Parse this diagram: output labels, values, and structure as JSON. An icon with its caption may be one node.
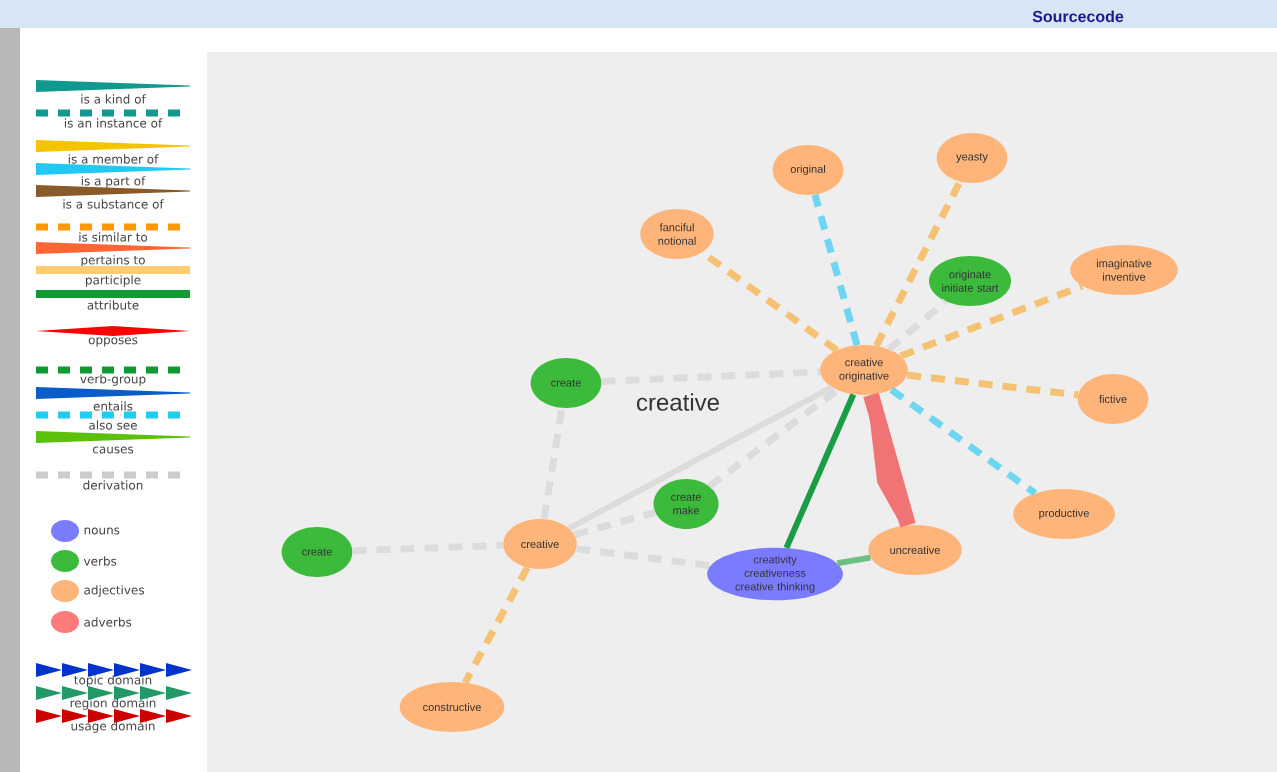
{
  "diagram": {
    "nodes": [
      {
        "text": [
          "creative originative"
        ]
      },
      {
        "text": [
          "original"
        ]
      },
      {
        "text": [
          "yeasty"
        ]
      },
      {
        "text": [
          "fanciful notional"
        ]
      },
      {
        "text": [
          "originate initiate start"
        ]
      },
      {
        "text": [
          "imaginative inventive"
        ]
      },
      {
        "text": [
          "create"
        ]
      },
      {
        "text": [
          "fictive"
        ]
      },
      {
        "text": [
          "create make"
        ]
      },
      {
        "text": [
          "productive"
        ]
      },
      {
        "text": [
          "create"
        ]
      },
      {
        "text": [
          "creative"
        ]
      },
      {
        "text": [
          "creativity creativeness creative thinking"
        ]
      },
      {
        "text": [
          "uncreative"
        ]
      },
      {
        "text": [
          "constructive"
        ]
      }
    ],
    "edges": [
      {
        "from": 0,
        "to": 1,
        "arrow": "none",
        "style": "dashed",
        "color": "#6fd6f2"
      },
      {
        "from": 0,
        "to": 2,
        "arrow": "none",
        "style": "dashed",
        "color": "#f5c273"
      },
      {
        "from": 0,
        "to": 3,
        "arrow": "none",
        "style": "dashed",
        "color": "#f5c273"
      },
      {
        "from": 0,
        "to": 4,
        "arrow": "none",
        "style": "dashed"
      },
      {
        "from": 0,
        "to": 5,
        "arrow": "none",
        "style": "dashed",
        "color": "#f5c273"
      },
      {
        "from": 6,
        "to": 0,
        "arrow": "none",
        "style": "dashed"
      },
      {
        "from": 0,
        "to": 7,
        "arrow": "none",
        "style": "dashed",
        "color": "#f5c273"
      },
      {
        "from": 0,
        "to": 9,
        "arrow": "none",
        "style": "dashed",
        "color": "#6fd6f2"
      },
      {
        "from": 0,
        "to": 12,
        "arrow": "none",
        "color": "#1a9e45"
      },
      {
        "from": 0,
        "to": 13,
        "arrow": "none",
        "style": "thick",
        "color": "#f07474"
      },
      {
        "from": 11,
        "to": 0,
        "arrow": "none"
      },
      {
        "from": 8,
        "to": 0,
        "arrow": "none",
        "style": "dashed"
      },
      {
        "from": 11,
        "to": 6,
        "arrow": "none",
        "style": "dashed"
      },
      {
        "from": 11,
        "to": 8,
        "arrow": "none",
        "style": "dashed"
      },
      {
        "from": 10,
        "to": 11,
        "arrow": "none",
        "style": "dashed"
      },
      {
        "from": 11,
        "to": 12,
        "arrow": "none",
        "style": "dashed"
      },
      {
        "from": 11,
        "to": 14,
        "arrow": "none",
        "style": "dashed",
        "color": "#f5c273"
      },
      {
        "from": 12,
        "to": 13,
        "arrow": "none",
        "color": "#6cc083"
      }
    ],
    "labels": [
      "Sourcecode",
      "creative"
    ],
    "legend": [
      {
        "text": "is a kind of"
      },
      {
        "text": "is an instance of"
      },
      {
        "text": "is a member of"
      },
      {
        "text": "is a part of"
      },
      {
        "text": "is a substance of"
      },
      {
        "text": "is similar to"
      },
      {
        "text": "pertains to"
      },
      {
        "text": "participle"
      },
      {
        "text": "attribute"
      },
      {
        "text": "opposes"
      },
      {
        "text": "verb-group"
      },
      {
        "text": "entails"
      },
      {
        "text": "also see"
      },
      {
        "text": "causes"
      },
      {
        "text": "derivation"
      },
      {
        "text": "nouns",
        "color": "#7b7bff"
      },
      {
        "text": "verbs",
        "color": "#3cba3c"
      },
      {
        "text": "adjectives",
        "color": "#ffb47a"
      },
      {
        "text": "adverbs",
        "color": "#ff7b7b"
      },
      {
        "text": "topic domain"
      },
      {
        "text": "region domain"
      },
      {
        "text": "usage domain"
      }
    ]
  }
}
